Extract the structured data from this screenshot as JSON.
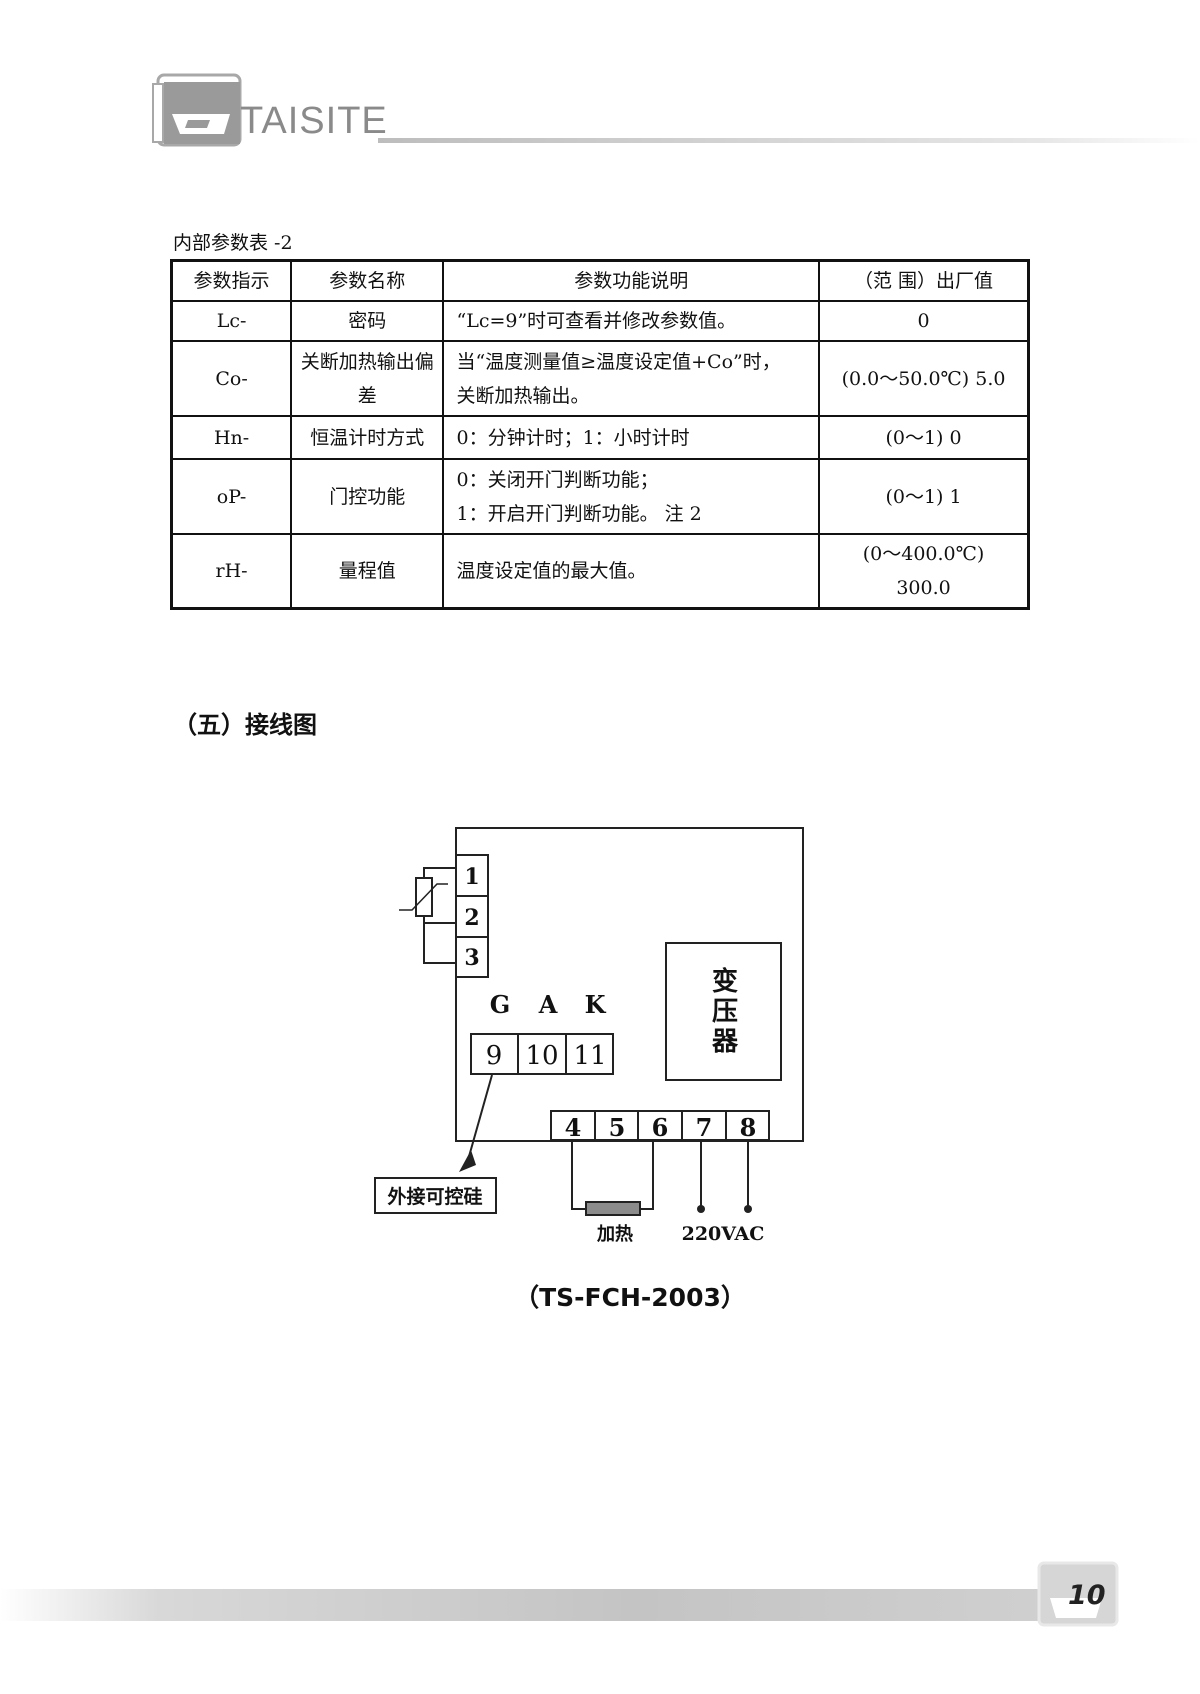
{
  "header": {
    "brand": "TAISITE"
  },
  "table": {
    "caption": "内部参数表 -2",
    "headers": [
      "参数指示",
      "参数名称",
      "参数功能说明",
      "（范 围）出厂值"
    ],
    "rows": [
      {
        "code": "Lc-",
        "name": "密码",
        "desc": [
          "“Lc=9”时可查看并修改参数值。"
        ],
        "range": [
          "0"
        ]
      },
      {
        "code": "Co-",
        "name": "关断加热输出偏差",
        "desc": [
          "当“温度测量值≥温度设定值+Co”时，",
          "关断加热输出。"
        ],
        "range": [
          "(0.0～50.0℃) 5.0"
        ]
      },
      {
        "code": "Hn-",
        "name": "恒温计时方式",
        "desc": [
          "0：分钟计时；1：小时计时"
        ],
        "range": [
          "(0～1) 0"
        ]
      },
      {
        "code": "oP-",
        "name": "门控功能",
        "desc": [
          "0：关闭开门判断功能；",
          "1：开启开门判断功能。 注 2"
        ],
        "range": [
          "(0～1) 1"
        ]
      },
      {
        "code": "rH-",
        "name": "量程值",
        "desc": [
          "温度设定值的最大值。"
        ],
        "range": [
          "(0～400.0℃)",
          "300.0"
        ]
      }
    ]
  },
  "section": {
    "title": "（五）接线图"
  },
  "diagram": {
    "terminals_left": [
      "1",
      "2",
      "3"
    ],
    "gak": [
      "G",
      "A",
      "K"
    ],
    "terminals_mid": [
      "9",
      "10",
      "11"
    ],
    "terminals_bottom": [
      "4",
      "5",
      "6",
      "7",
      "8"
    ],
    "transformer": [
      "变",
      "压",
      "器"
    ],
    "scr_label": "外接可控硅",
    "heater_label": "加热",
    "power_label": "220VAC",
    "caption": "（TS-FCH-2003）"
  },
  "footer": {
    "page_number": "10"
  }
}
